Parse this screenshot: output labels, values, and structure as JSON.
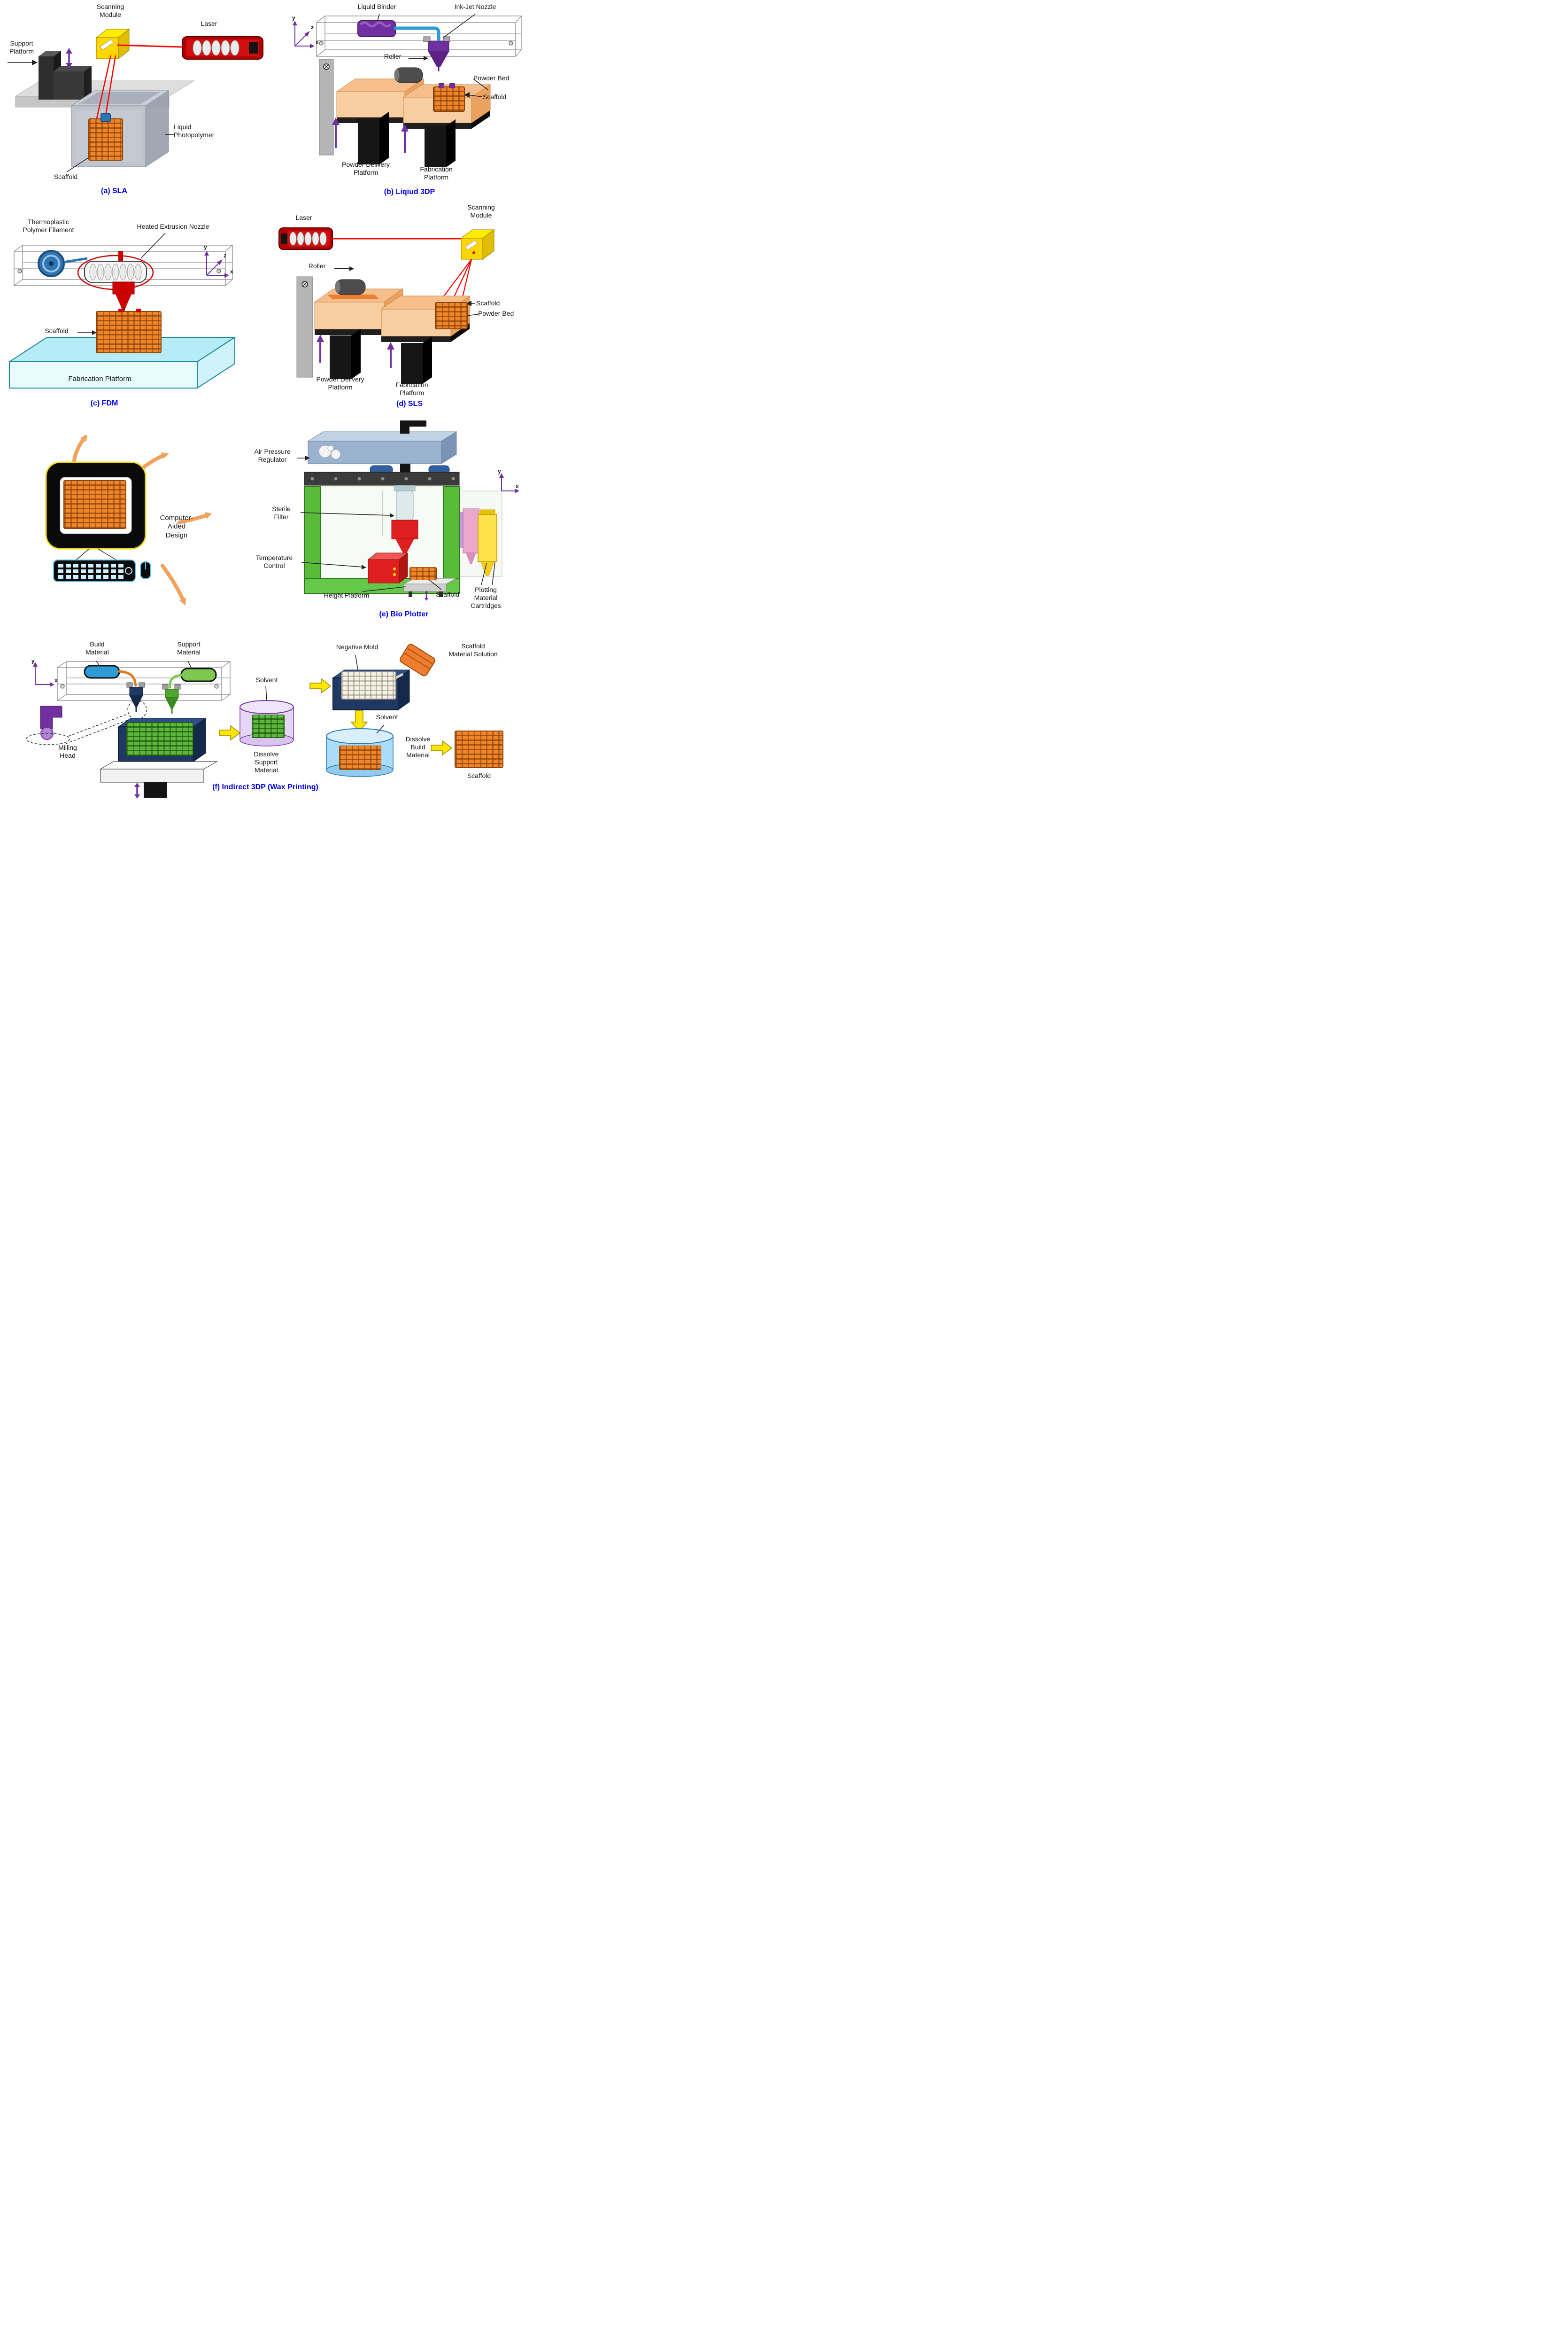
{
  "palette": {
    "caption_blue": "#0000EE",
    "scaffold_orange": "#ED7D31",
    "scaffold_green": "#4EA72E",
    "scaffold_white": "#F2EEE2",
    "laser_red": "#B00000",
    "beam_red": "#FF0000",
    "module_yellow": "#FFD700",
    "accent_purple": "#7030A0",
    "powder_bed_tan": "#F6BE8A",
    "platform_cyan": "#B6ECF5",
    "frame_green": "#58BB3A",
    "container_navy": "#1F3864",
    "solvent_lavender": "#E6D6F5",
    "solvent_blue": "#ABDCF8",
    "arrow_yellow": "#FFE600",
    "cad_arrow_orange": "#F2A25C"
  },
  "panels": {
    "sla": {
      "caption": "(a) SLA",
      "labels": {
        "scanning_module": "Scanning\nModule",
        "laser": "Laser",
        "support_platform": "Support\nPlatform",
        "liquid_photopolymer": "Liquid\nPhotopolymer",
        "scaffold": "Scaffold"
      }
    },
    "liquid3dp": {
      "caption": "(b) Liqiud 3DP",
      "labels": {
        "liquid_binder": "Liquid Binder",
        "inkjet_nozzle": "Ink-Jet Nozzle",
        "roller": "Roller",
        "powder_bed": "Powder Bed",
        "scaffold": "Scaffold",
        "powder_delivery_platform": "Powder Delivery\nPlatform",
        "fabrication_platform": "Fabrication\nPlatform"
      },
      "axes": {
        "x": "x",
        "y": "y",
        "z": "z"
      }
    },
    "fdm": {
      "caption": "(c) FDM",
      "labels": {
        "thermoplastic_polymer_filament": "Thermoplastic\nPolymer Filament",
        "heated_extrusion_nozzle": "Heated Extrusion Nozzle",
        "scaffold": "Scaffold",
        "fabrication_platform": "Fabrication Platform"
      },
      "axes": {
        "x": "x",
        "y": "y",
        "z": "z"
      }
    },
    "sls": {
      "caption": "(d) SLS",
      "labels": {
        "laser": "Laser",
        "scanning_module": "Scanning\nModule",
        "roller": "Roller",
        "scaffold": "Scaffold",
        "powder_bed": "Powder Bed",
        "powder_delivery_platform": "Powder Delivery\nPlatform",
        "fabrication_platform": "Fabrication\nPlatform"
      }
    },
    "cad": {
      "label": "Computer-\nAided\nDesign"
    },
    "bioplotter": {
      "caption": "(e) Bio Plotter",
      "labels": {
        "air_pressure_regulator": "Air Pressure\nRegulator",
        "sterile_filter": "Sterile\nFilter",
        "temperature_control": "Temperature\nControl",
        "height_platform": "Height Platform",
        "scaffold": "Scaffold",
        "plotting_material_cartridges": "Plotting\nMaterial\nCartridges"
      },
      "axes": {
        "x": "x",
        "y": "y"
      }
    },
    "indirect3dp": {
      "caption": "(f) Indirect 3DP (Wax Printing)",
      "labels": {
        "build_material": "Build\nMaterial",
        "support_material": "Support\nMaterial",
        "milling_head": "Milling\nHead",
        "solvent_left": "Solvent",
        "dissolve_support_material": "Dissolve\nSupport\nMaterial",
        "negative_mold": "Negative Mold",
        "scaffold_material_solution": "Scaffold\nMaterial Solution",
        "solvent_right": "Solvent",
        "dissolve_build_material": "Dissolve\nBuild\nMaterial",
        "scaffold": "Scaffold"
      },
      "axes": {
        "x": "x",
        "y": "y"
      }
    }
  }
}
